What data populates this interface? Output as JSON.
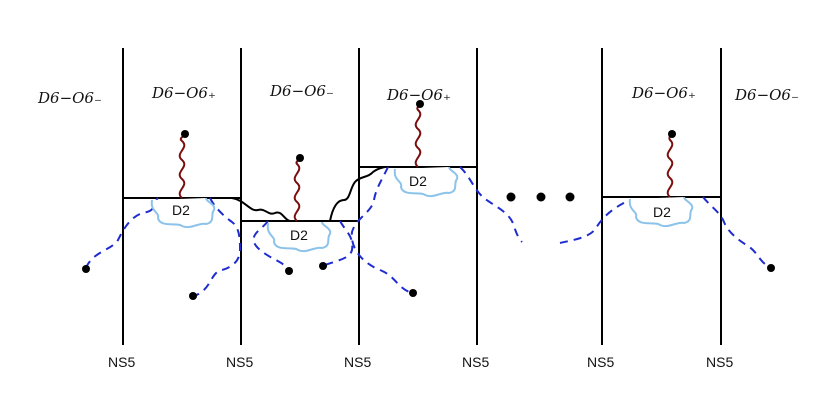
{
  "region_labels": [
    "D6−O6₋",
    "D6−O6₊",
    "D6−O6₋",
    "D6−O6₊",
    "D6−O6₊",
    "D6−O6₋"
  ],
  "ns5_labels": [
    "NS5",
    "NS5",
    "NS5",
    "NS5",
    "NS5",
    "NS5"
  ],
  "d2_labels": [
    "D2",
    "D2",
    "D2",
    "D2"
  ],
  "colors": {
    "brane": "#000000",
    "dashed": "#1f2ccf",
    "string": "#7a0d0d",
    "blob": "#8cc3ea"
  }
}
